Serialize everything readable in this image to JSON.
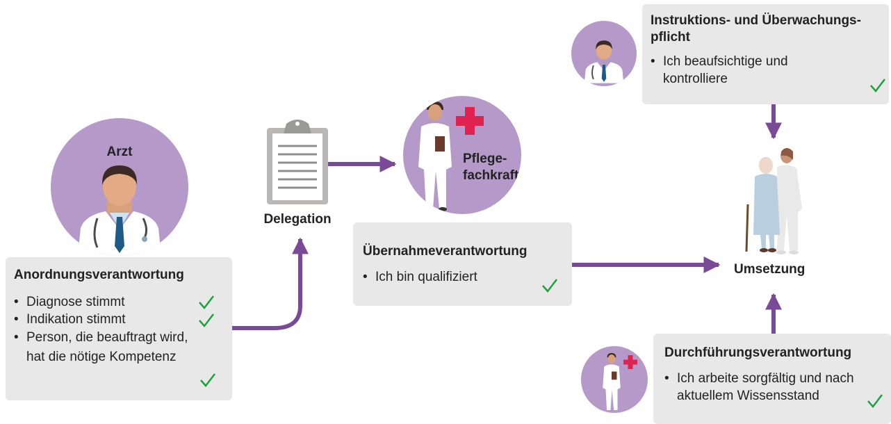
{
  "doctor": {
    "label": "Arzt"
  },
  "order_box": {
    "title": "Anordnungsverantwortung",
    "items": [
      "Diagnose stimmt",
      "Indikation stimmt",
      "Person, die beauftragt wird, hat die nötige Kompetenz"
    ]
  },
  "delegation": {
    "label": "Delegation"
  },
  "nurse": {
    "label_line1": "Pflege-",
    "label_line2": "fachkraft"
  },
  "takeover_box": {
    "title": "Übernahmeverantwortung",
    "items": [
      "Ich bin qualifiziert"
    ]
  },
  "instruction_box": {
    "title_line1": "Instruktions- und Überwachungs-",
    "title_line2": "pflicht",
    "item_line1": "Ich beaufsichtige und",
    "item_line2": "kontrolliere"
  },
  "implementation": {
    "label": "Umsetzung"
  },
  "execution_box": {
    "title": "Durchführungsverantwortung",
    "item_line1": "Ich arbeite sorgfältig und nach",
    "item_line2": "aktuellem Wissensstand"
  },
  "colors": {
    "purple": "#b499c9",
    "arrow": "#7b4a96",
    "box": "#e9e8e8",
    "check": "#1aa33c",
    "cross": "#e0224f"
  },
  "icons": [
    "doctor-icon",
    "clipboard-icon",
    "nurse-icon",
    "medical-cross-icon",
    "elderly-care-icon",
    "check-icon"
  ]
}
